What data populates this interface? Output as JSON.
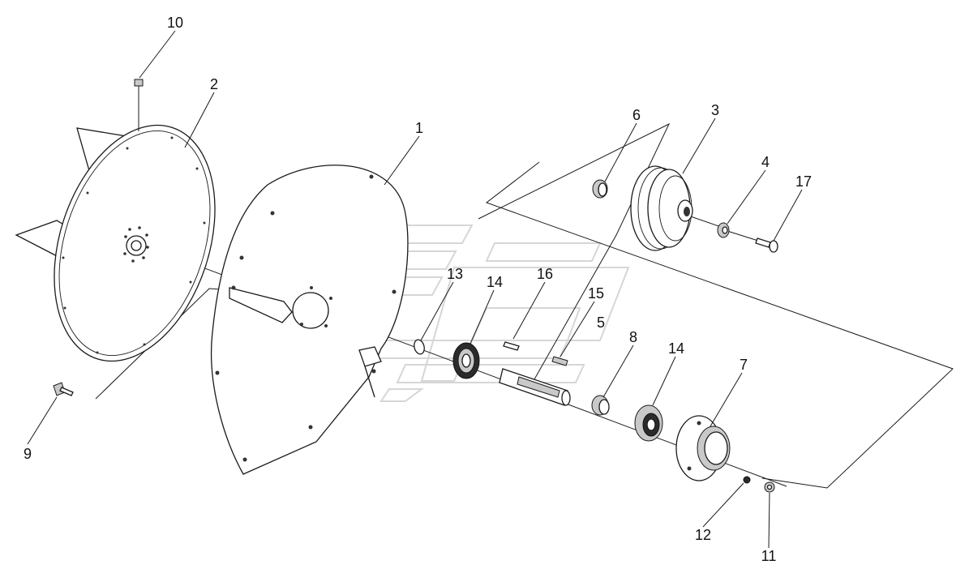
{
  "callouts": [
    {
      "id": "c1",
      "label": "1"
    },
    {
      "id": "c2",
      "label": "2"
    },
    {
      "id": "c3",
      "label": "3"
    },
    {
      "id": "c4",
      "label": "4"
    },
    {
      "id": "c5",
      "label": "5"
    },
    {
      "id": "c6",
      "label": "6"
    },
    {
      "id": "c7",
      "label": "7"
    },
    {
      "id": "c8",
      "label": "8"
    },
    {
      "id": "c9",
      "label": "9"
    },
    {
      "id": "c10",
      "label": "10"
    },
    {
      "id": "c11",
      "label": "11"
    },
    {
      "id": "c12",
      "label": "12"
    },
    {
      "id": "c13",
      "label": "13"
    },
    {
      "id": "c14a",
      "label": "14"
    },
    {
      "id": "c14b",
      "label": "14"
    },
    {
      "id": "c15",
      "label": "15"
    },
    {
      "id": "c16",
      "label": "16"
    },
    {
      "id": "c17",
      "label": "17"
    }
  ]
}
